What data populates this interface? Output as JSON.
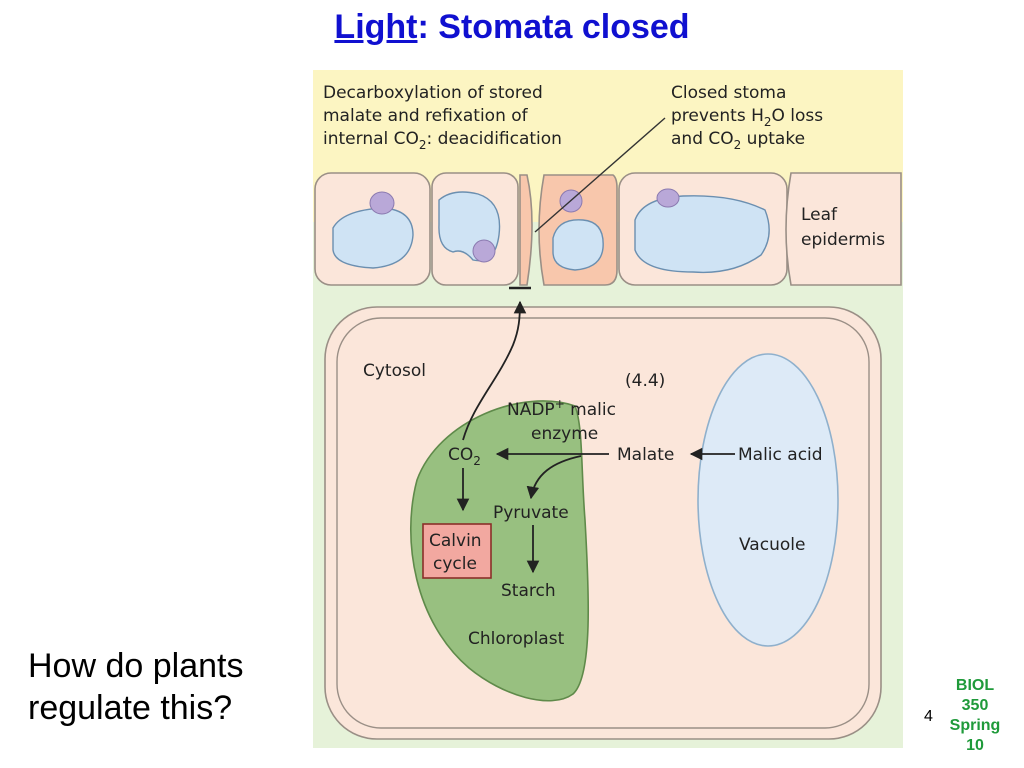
{
  "title": {
    "underlined": "Light",
    "rest": ": Stomata closed"
  },
  "question": {
    "line1": "How do plants",
    "line2": "regulate this?"
  },
  "page_number": "4",
  "course": {
    "line1": "BIOL",
    "line2": "350",
    "line3": "Spring",
    "line4": "10"
  },
  "figure": {
    "top_left": {
      "line1": "Decarboxylation of stored",
      "line2": "malate and refixation of",
      "line3_a": "internal CO",
      "line3_sub": "2",
      "line3_b": ": deacidification"
    },
    "top_right": {
      "line1": "Closed stoma",
      "line2_a": "prevents H",
      "line2_sub": "2",
      "line2_b": "O loss",
      "line3_a": "and CO",
      "line3_sub": "2",
      "line3_b": " uptake"
    },
    "leaf_epidermis": {
      "line1": "Leaf",
      "line2": "epidermis"
    },
    "cytosol": "Cytosol",
    "equation": "(4.4)",
    "enzyme": {
      "line1_a": "NADP",
      "line1_sup": "+",
      "line1_b": " malic",
      "line2": "enzyme"
    },
    "co2": {
      "a": "CO",
      "sub": "2"
    },
    "malate": "Malate",
    "malic_acid": "Malic acid",
    "pyruvate": "Pyruvate",
    "calvin": {
      "line1": "Calvin",
      "line2": "cycle"
    },
    "starch": "Starch",
    "vacuole": "Vacuole",
    "chloroplast": "Chloroplast"
  },
  "colors": {
    "title": "#1010d0",
    "course": "#1f9a3a",
    "top_band": "#fcf5c2",
    "background": "#e6f2d9",
    "cell": "#fbe6da",
    "chloroplast": "#98c080",
    "vacuole": "#ddeaf7",
    "calvin_box": "#f2a8a0"
  }
}
